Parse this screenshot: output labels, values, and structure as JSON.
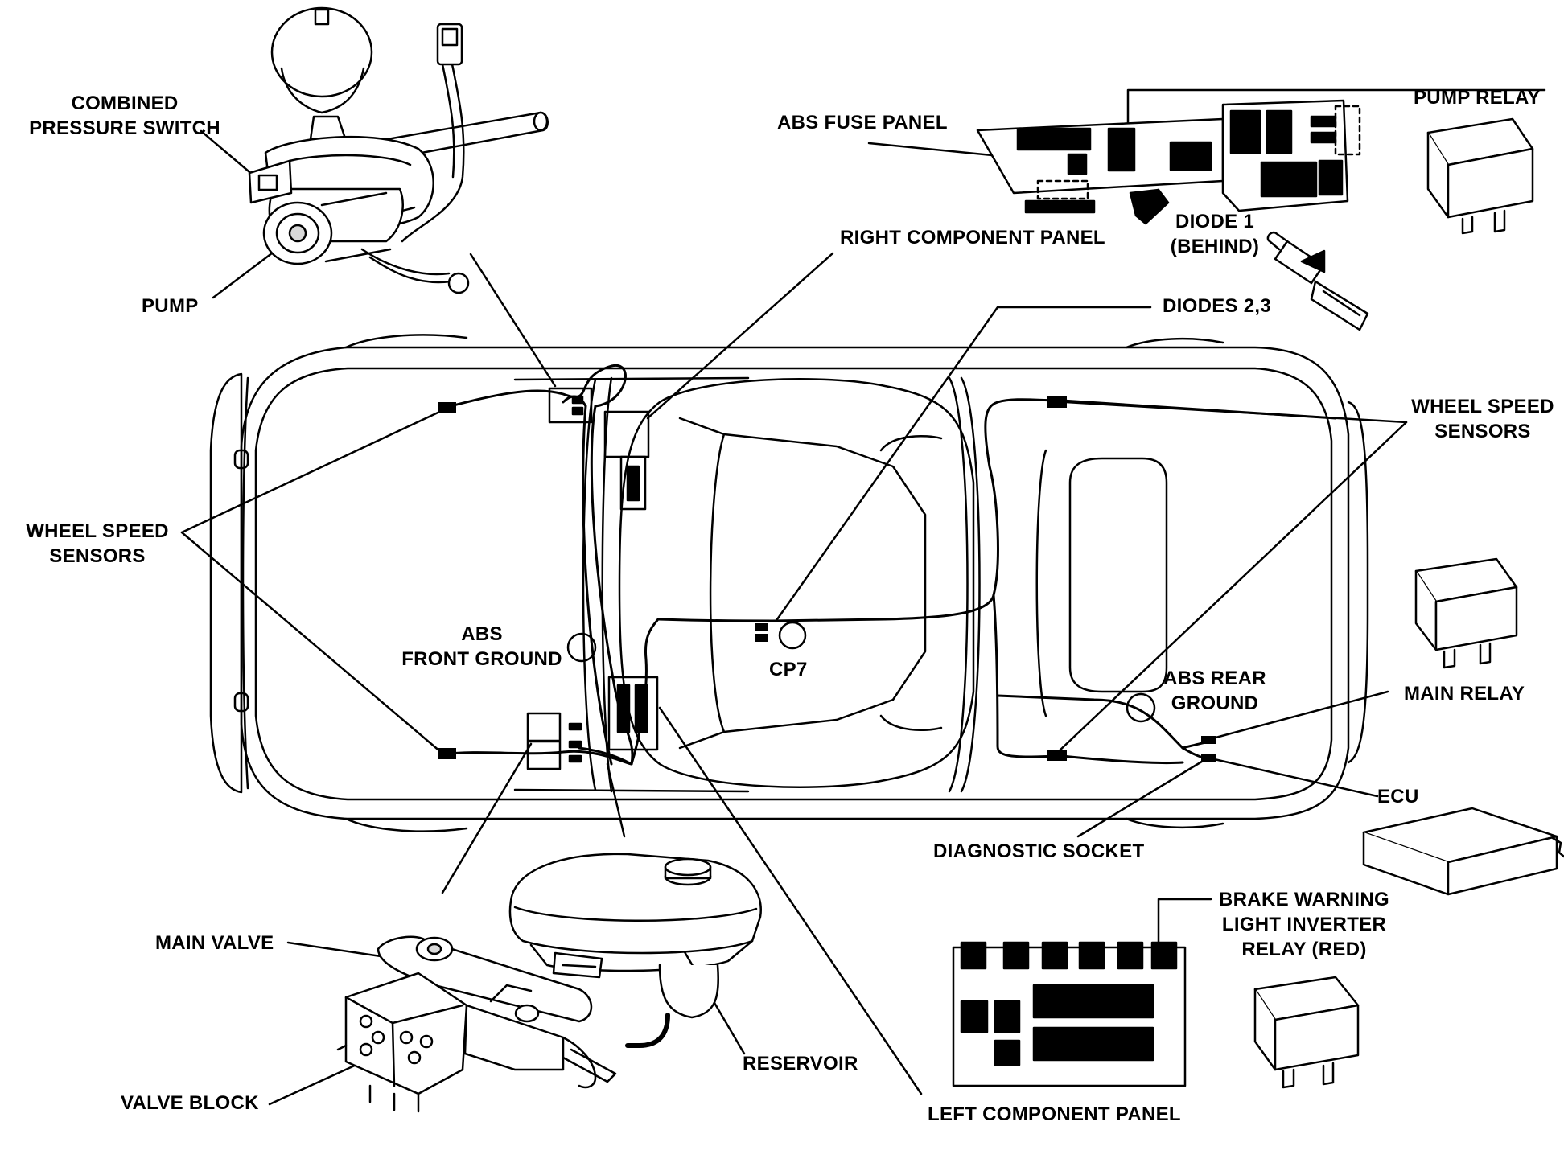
{
  "labels": {
    "combined_pressure_switch": [
      "COMBINED",
      "PRESSURE SWITCH"
    ],
    "pump": "PUMP",
    "abs_fuse_panel": "ABS FUSE PANEL",
    "pump_relay": "PUMP RELAY",
    "diode_1": [
      "DIODE 1",
      "(BEHIND)"
    ],
    "right_component_panel": "RIGHT COMPONENT PANEL",
    "diodes_2_3": "DIODES 2,3",
    "wheel_speed_sensors_right": [
      "WHEEL SPEED",
      "SENSORS"
    ],
    "wheel_speed_sensors_left": [
      "WHEEL SPEED",
      "SENSORS"
    ],
    "abs_front_ground": [
      "ABS",
      "FRONT GROUND"
    ],
    "cp7": "CP7",
    "abs_rear_ground": [
      "ABS REAR",
      "GROUND"
    ],
    "main_relay": "MAIN RELAY",
    "ecu": "ECU",
    "diagnostic_socket": "DIAGNOSTIC SOCKET",
    "brake_warning_relay": [
      "BRAKE WARNING",
      "LIGHT INVERTER",
      "RELAY (RED)"
    ],
    "main_valve": "MAIN VALVE",
    "reservoir": "RESERVOIR",
    "valve_block": "VALVE BLOCK",
    "left_component_panel": "LEFT COMPONENT PANEL"
  },
  "colors": {
    "ink": "#000000",
    "paper": "#ffffff",
    "shade": "#d9d9d9"
  }
}
